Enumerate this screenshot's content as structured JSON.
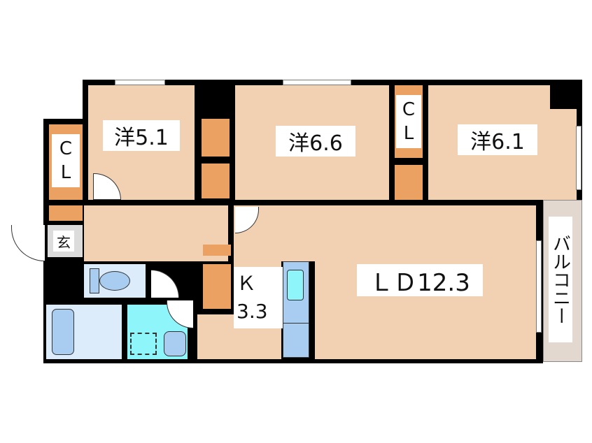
{
  "floorplan": {
    "rooms": [
      {
        "id": "western-1",
        "label": "洋5.1",
        "type": "Western-style room",
        "size_jo": 5.1
      },
      {
        "id": "western-2",
        "label": "洋6.6",
        "type": "Western-style room",
        "size_jo": 6.6
      },
      {
        "id": "western-3",
        "label": "洋6.1",
        "type": "Western-style room",
        "size_jo": 6.1
      },
      {
        "id": "ld",
        "label": "ＬＤ12.3",
        "type": "Living-Dining",
        "size_jo": 12.3
      },
      {
        "id": "kitchen",
        "label_line1": "Ｋ",
        "label_line2": "3.3",
        "type": "Kitchen",
        "size_jo": 3.3
      },
      {
        "id": "entrance",
        "label": "玄",
        "type": "Entrance"
      },
      {
        "id": "balcony",
        "label": "バルコニー",
        "type": "Balcony"
      }
    ],
    "closets": [
      {
        "id": "cl-left",
        "line1": "C",
        "line2": "L"
      },
      {
        "id": "cl-right",
        "line1": "C",
        "line2": "L"
      }
    ],
    "colors": {
      "room": "#f2d1b3",
      "closet": "#eba162",
      "wall": "#000000",
      "wet_area": "#dcecfa",
      "washroom": "#8ef6fb",
      "balcony": "#e2d8d0"
    }
  }
}
